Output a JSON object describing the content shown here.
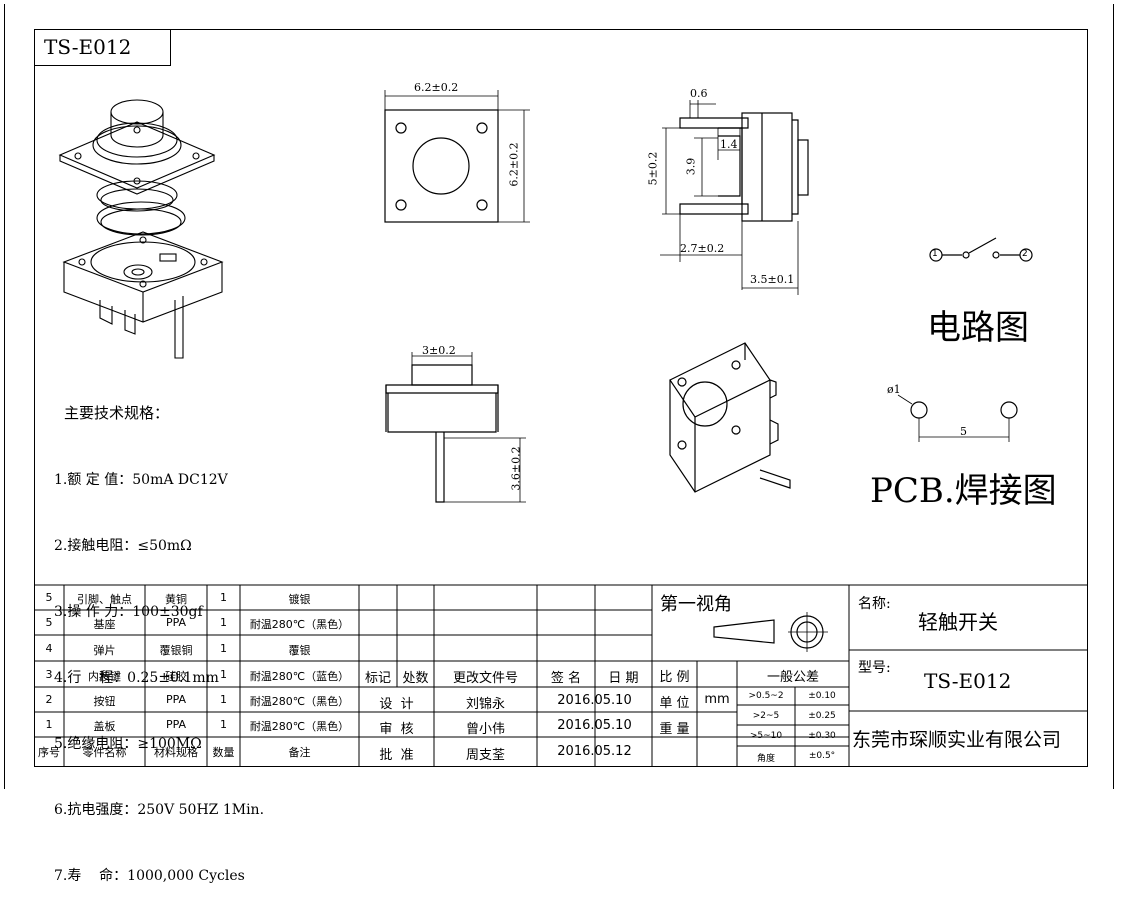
{
  "title_tag": "TS-E012",
  "dims": {
    "top_width": "6.2±0.2",
    "top_height": "6.2±0.2",
    "pin_width": "0.6",
    "pin_gap": "1.4",
    "side_height": "5±0.2",
    "inner_height": "3.9",
    "depth_a": "2.7±0.2",
    "depth_b": "3.5±0.1",
    "button_width": "3±0.2",
    "pin_length": "3.6±0.2",
    "hole_dia": "ø1",
    "hole_pitch": "5"
  },
  "circuit": {
    "label": "电路图",
    "pin1": "1",
    "pin2": "2"
  },
  "pcb_label": "PCB.焊接图",
  "specs": {
    "heading": "主要技术规格：",
    "items": [
      "1.额 定 值：50mA DC12V",
      "2.接触电阻：≤50mΩ",
      "3.操 作 力：100±30gf",
      "4.行    程：0.25±0.1mm",
      "5.绝缘电阻：≥100MΩ",
      "6.抗电强度：250V 50HZ 1Min.",
      "7.寿    命：1000,000 Cycles"
    ]
  },
  "bom": {
    "headers": [
      "序号",
      "零件名称",
      "材料规格",
      "数量",
      "备注"
    ],
    "rows": [
      [
        "5",
        "引脚、触点",
        "黄铜",
        "1",
        "镀银"
      ],
      [
        "5",
        "基座",
        "PPA",
        "1",
        "耐温280℃（黑色）"
      ],
      [
        "4",
        "弹片",
        "覆银铜",
        "1",
        "覆银"
      ],
      [
        "3",
        "内按键",
        "硅胶",
        "1",
        "耐温280℃（蓝色）"
      ],
      [
        "2",
        "按钮",
        "PPA",
        "1",
        "耐温280℃（黑色）"
      ],
      [
        "1",
        "盖板",
        "PPA",
        "1",
        "耐温280℃（黑色）"
      ]
    ]
  },
  "revision": {
    "headers": [
      "标记",
      "处数",
      "更改文件号",
      "签 名",
      "日 期"
    ],
    "rows": [
      {
        "role": "设  计",
        "name": "刘锦永",
        "date": "2016.05.10"
      },
      {
        "role": "审  核",
        "name": "曾小伟",
        "date": "2016.05.10"
      },
      {
        "role": "批  准",
        "name": "周支荃",
        "date": "2016.05.12"
      }
    ]
  },
  "projection": {
    "label": "第一视角"
  },
  "meta": {
    "scale_label": "比 例",
    "unit_label": "单 位",
    "unit_value": "mm",
    "weight_label": "重 量",
    "tolerance_title": "一般公差",
    "tolerances": [
      {
        "range": ">0.5~2",
        "value": "±0.10"
      },
      {
        "range": ">2~5",
        "value": "±0.25"
      },
      {
        "range": ">5~10",
        "value": "±0.30"
      },
      {
        "range": "角度",
        "value": "±0.5°"
      }
    ]
  },
  "title_block": {
    "name_label": "名称:",
    "name_value": "轻触开关",
    "model_label": "型号:",
    "model_value": "TS-E012",
    "company": "东莞市琛顺实业有限公司"
  }
}
